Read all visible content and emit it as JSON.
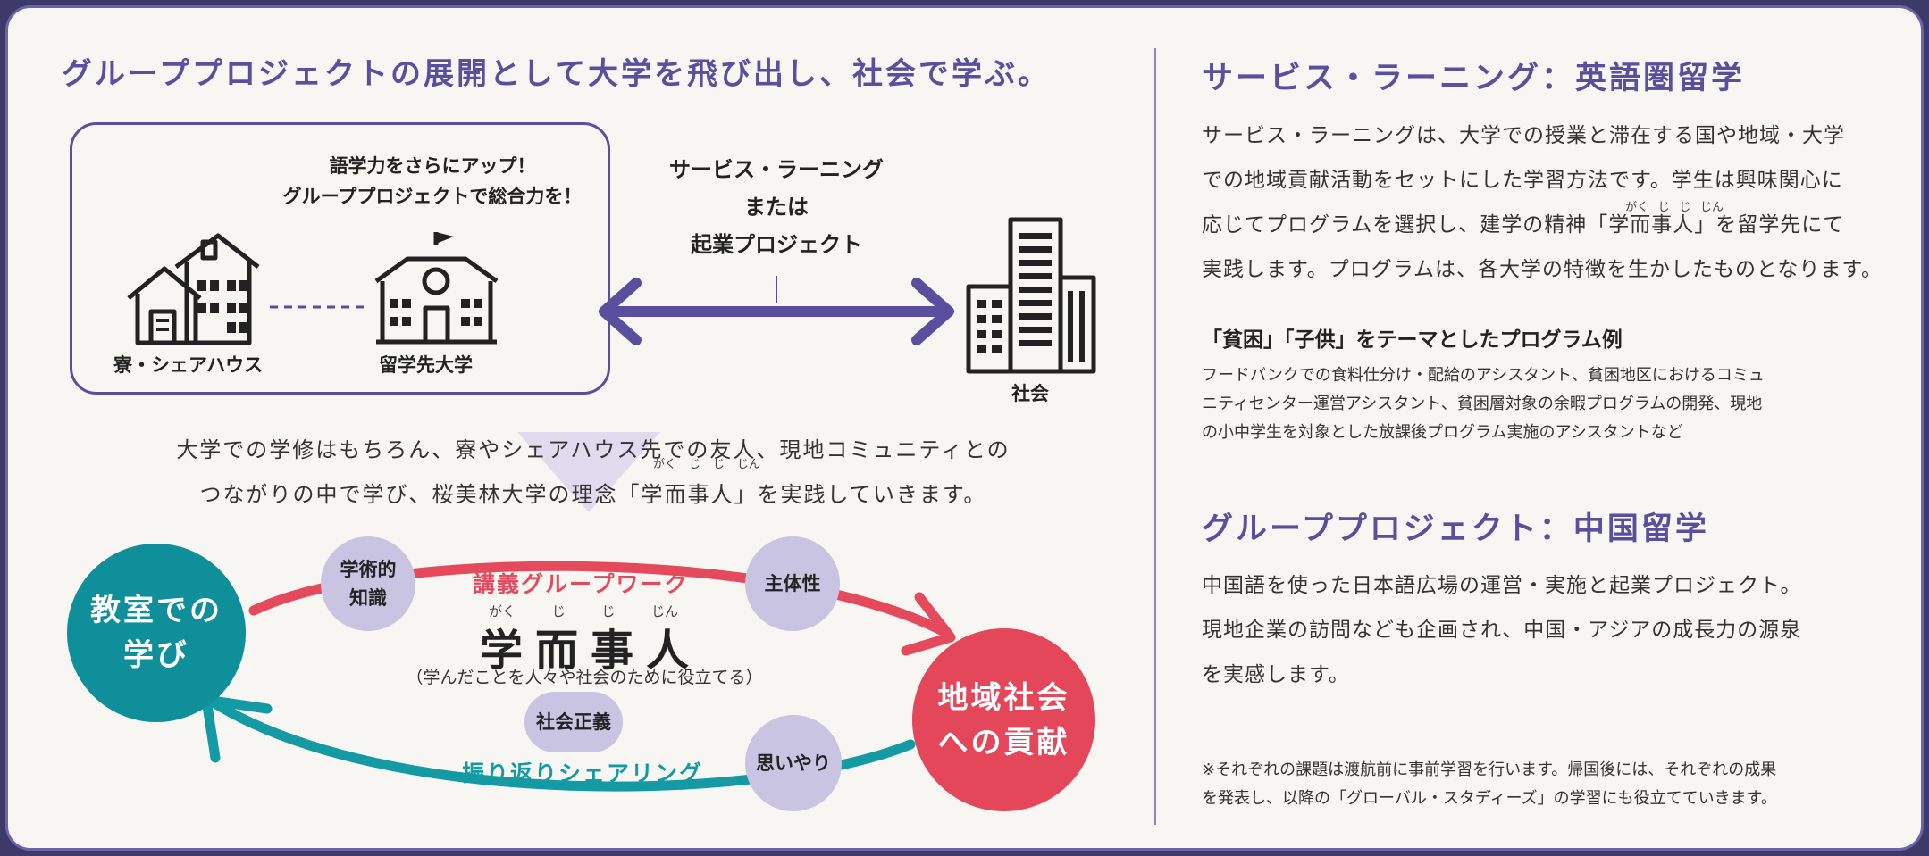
{
  "left": {
    "title": "グループプロジェクトの展開として大学を飛び出し、社会で学ぶ。",
    "box": {
      "caption_line1": "語学力をさらにアップ！",
      "caption_line2": "グループプロジェクトで総合力を！",
      "dorm_label": "寮・シェアハウス",
      "university_label": "留学先大学"
    },
    "arrow_label": [
      "サービス・ラーニング",
      "または",
      "起業プロジェクト"
    ],
    "society_label": "社会",
    "description_line1": "大学での学修はもちろん、寮やシェアハウス先での友人、現地コミュニティとの",
    "description_line2_pre": "つながりの中で学び、桜美林大学の理念「",
    "description_line2_key": "学而事人",
    "description_line2_post": "」を実践していきます。",
    "description_ruby": [
      "がく",
      "じ",
      "じ",
      "じん"
    ],
    "cycle": {
      "classroom": [
        "教室での",
        "学び"
      ],
      "community": [
        "地域社会",
        "への貢献"
      ],
      "academic": [
        "学術的",
        "知識"
      ],
      "autonomy": "主体性",
      "justice": "社会正義",
      "compassion": "思いやり",
      "top_label_a": "講義",
      "top_label_b": "グループワーク",
      "bottom_label": "振り返りシェアリング",
      "motto": "学而事人",
      "motto_ruby": [
        "がく",
        "じ",
        "じ",
        "じん"
      ],
      "motto_sub": "（学んだことを人々や社会のために役立てる）"
    },
    "colors": {
      "purple": "#5a4f9e",
      "teal": "#149aa3",
      "red": "#e44a5c"
    }
  },
  "right": {
    "section1_title": "サービス・ラーニング：英語圏留学",
    "section1_lines": [
      "サービス・ラーニングは、大学での授業と滞在する国や地域・大学",
      "での地域貢献活動をセットにした学習方法です。学生は興味関心に",
      "応じてプログラムを選択し、建学の精神「学而事人」を留学先にて",
      "実践します。プログラムは、各大学の特徴を生かしたものとなります。"
    ],
    "section1_ruby": [
      "がく",
      "じ",
      "じ",
      "じん"
    ],
    "example_title": "「貧困」「子供」をテーマとしたプログラム例",
    "example_lines": [
      "フードバンクでの食料仕分け・配給のアシスタント、貧困地区におけるコミュ",
      "ニティセンター運営アシスタント、貧困層対象の余暇プログラムの開発、現地",
      "の小中学生を対象とした放課後プログラム実施のアシスタントなど"
    ],
    "section2_title": "グループプロジェクト：中国留学",
    "section2_lines": [
      "中国語を使った日本語広場の運営・実施と起業プロジェクト。",
      "現地企業の訪問なども企画され、中国・アジアの成長力の源泉",
      "を実感します。"
    ],
    "note_lines": [
      "※それぞれの課題は渡航前に事前学習を行います。帰国後には、それぞれの成果",
      "を発表し、以降の「グローバル・スタディーズ」の学習にも役立てていきます。"
    ]
  }
}
